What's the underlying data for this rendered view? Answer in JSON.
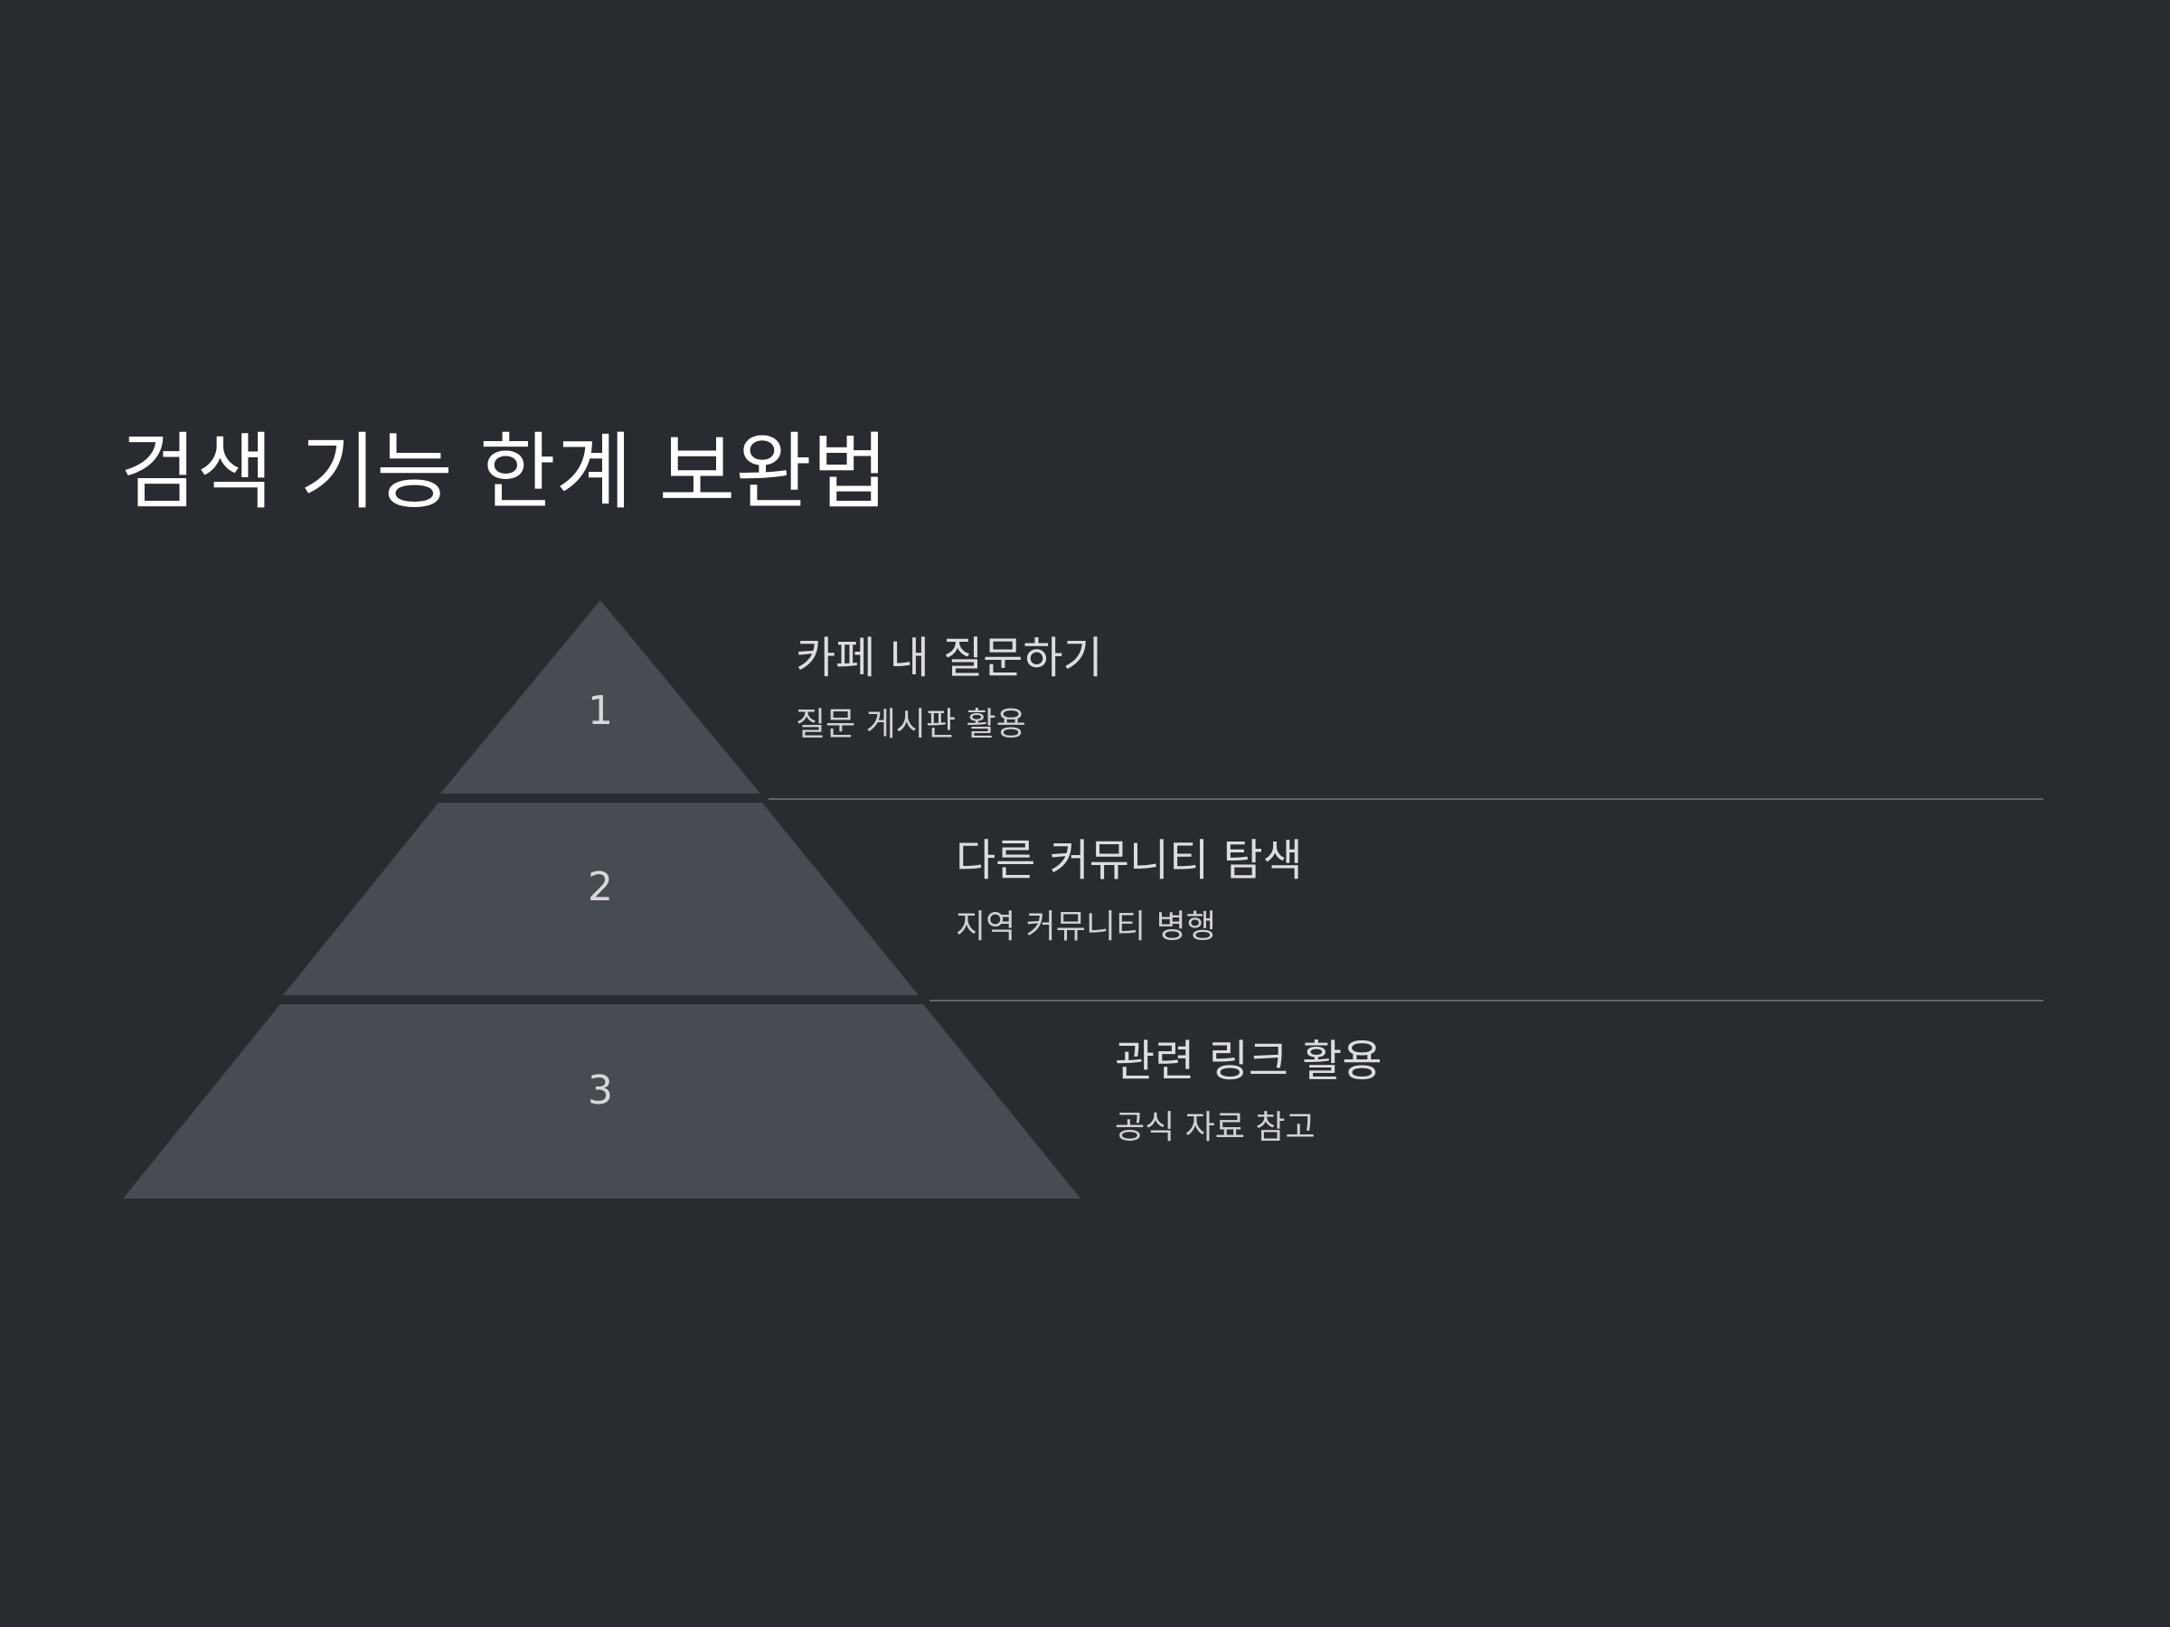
{
  "slide": {
    "title": "검색 기능 한계 보완법"
  },
  "pyramid": {
    "levels": [
      {
        "number": "1",
        "title": "카페 내 질문하기",
        "description": "질문 게시판 활용"
      },
      {
        "number": "2",
        "title": "다른 커뮤니티 탐색",
        "description": "지역 커뮤니티 병행"
      },
      {
        "number": "3",
        "title": "관련 링크 활용",
        "description": "공식 자료 참고"
      }
    ]
  },
  "colors": {
    "background": "#282b30",
    "tier_fill": "#474b52",
    "divider": "#5f636a",
    "text": "#dcdde0"
  }
}
